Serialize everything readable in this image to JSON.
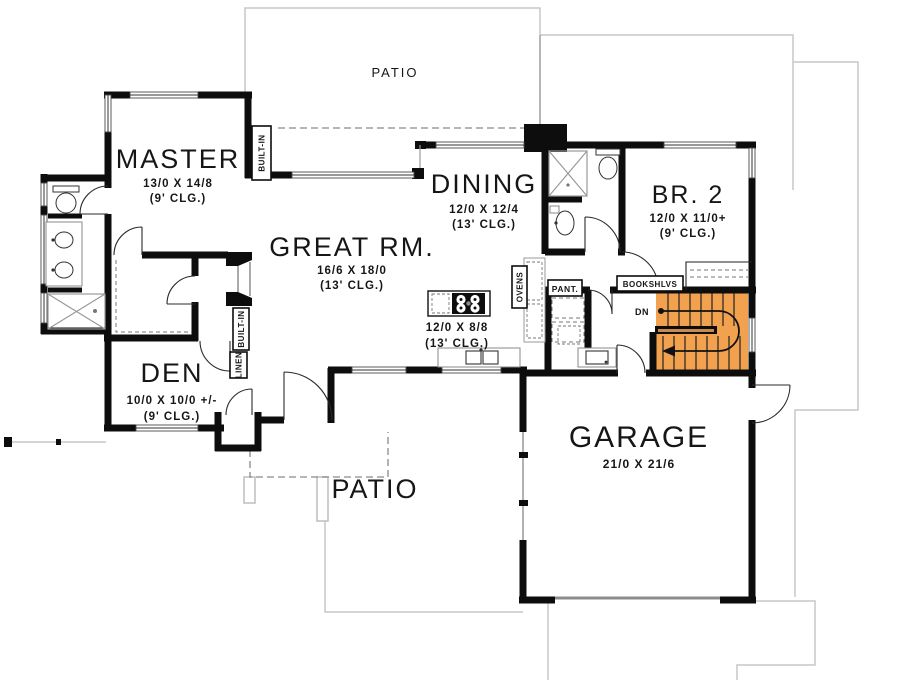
{
  "colors": {
    "stair_highlight": "#F2A24F",
    "stair_rail_core": "#C88B4A",
    "wall": "#0D0D0D",
    "roofline": "#C7C7C7"
  },
  "rooms": {
    "patio_top": {
      "name": "PATIO"
    },
    "master": {
      "name": "MASTER",
      "dims": "13/0 X 14/8",
      "ceiling": "(9' CLG.)"
    },
    "great_room": {
      "name": "GREAT RM.",
      "dims": "16/6 X 18/0",
      "ceiling": "(13' CLG.)"
    },
    "dining": {
      "name": "DINING",
      "dims": "12/0 X 12/4",
      "ceiling": "(13' CLG.)"
    },
    "bedroom_2": {
      "name": "BR. 2",
      "dims": "12/0 X 11/0+",
      "ceiling": "(9' CLG.)"
    },
    "kitchen": {
      "dims": "12/0 X 8/8",
      "ceiling": "(13' CLG.)"
    },
    "den": {
      "name": "DEN",
      "dims": "10/0 X 10/0 +/-",
      "ceiling": "(9' CLG.)"
    },
    "garage": {
      "name": "GARAGE",
      "dims": "21/0 X 21/6"
    },
    "patio_bottom": {
      "name": "PATIO"
    }
  },
  "callouts": {
    "built_in_patio": "BUILT-IN",
    "built_in_hall": "BUILT-IN",
    "linen": "LINEN",
    "ovens": "OVENS",
    "pantry": "PANT.",
    "bookshelves": "BOOKSHLVS",
    "stairs_down": "DN"
  }
}
